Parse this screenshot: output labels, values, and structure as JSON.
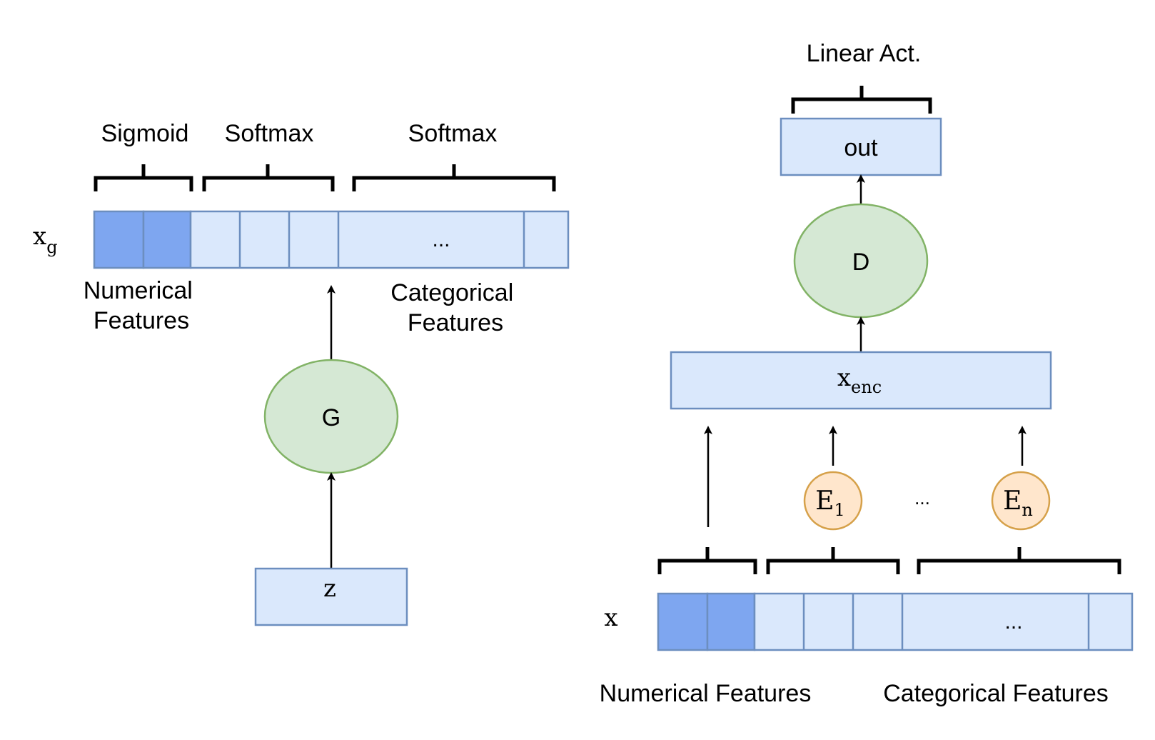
{
  "generator": {
    "label_sigmoid": "Sigmoid",
    "label_softmax_1": "Softmax",
    "label_softmax_2": "Softmax",
    "xg_base": "x",
    "xg_sub": "g",
    "vector_ellipsis": "...",
    "numerical_line1": "Numerical",
    "numerical_line2": "Features",
    "categorical_line1": "Categorical",
    "categorical_line2": "Features",
    "g_label": "G",
    "z_label": "z"
  },
  "discriminator": {
    "linear_act": "Linear Act.",
    "out_label": "out",
    "d_label": "D",
    "xenc_base": "x",
    "xenc_sub": "enc",
    "e1_base": "E",
    "e1_sub": "1",
    "en_base": "E",
    "en_sub": "n",
    "embed_ellipsis": "...",
    "x_label": "x",
    "vector_ellipsis": "...",
    "numerical_features": "Numerical Features",
    "categorical_features": "Categorical Features"
  },
  "colors": {
    "box_fill": "#dae8fc",
    "box_stroke": "#6c8ebf",
    "numerical_fill": "#7ea6f0",
    "ellipse_green_fill": "#d5e8d4",
    "ellipse_green_stroke": "#82b366",
    "ellipse_orange_fill": "#ffe6cc",
    "ellipse_orange_stroke": "#d6a14a"
  }
}
